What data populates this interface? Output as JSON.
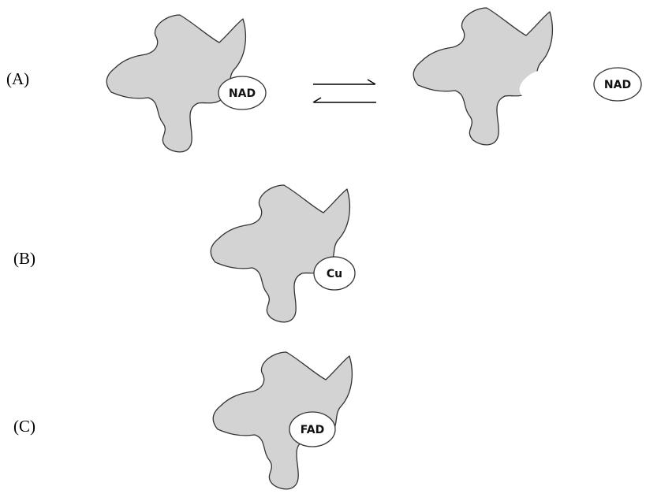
{
  "rows": [
    {
      "id": "A",
      "label": "(A)"
    },
    {
      "id": "B",
      "label": "(B)"
    },
    {
      "id": "C",
      "label": "(C)"
    }
  ],
  "cofactors": {
    "a_bound": "NAD",
    "a_free": "NAD",
    "b": "Cu",
    "c": "FAD"
  },
  "colors": {
    "enzyme_fill": "#d3d3d3",
    "outline": "#333333",
    "cofactor_fill": "#ffffff"
  }
}
